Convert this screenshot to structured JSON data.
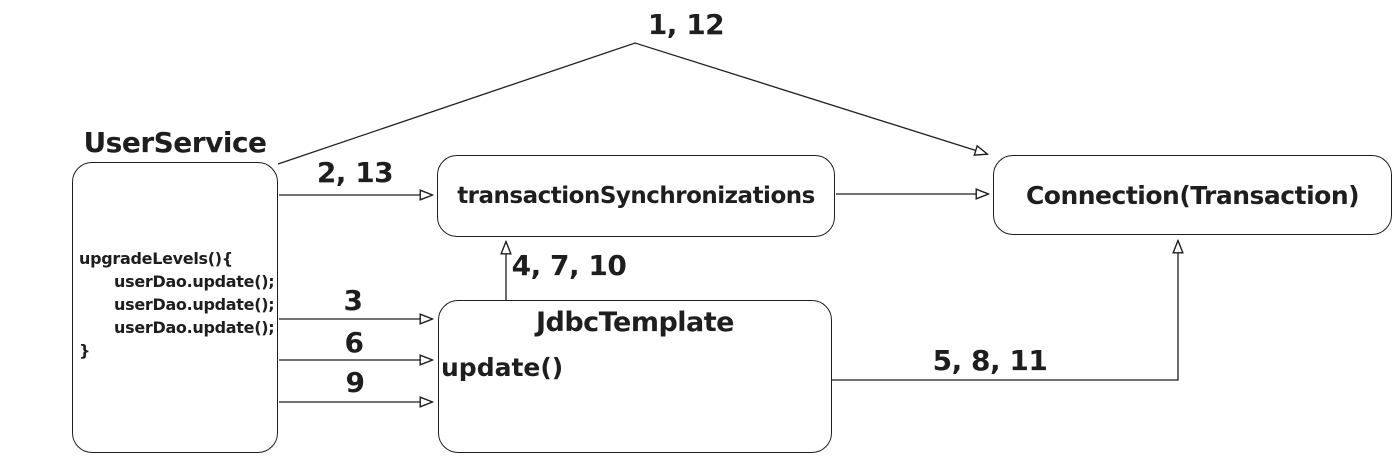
{
  "diagram": {
    "nodes": {
      "user_service": {
        "title": "UserService",
        "code": [
          "upgradeLevels(){",
          "userDao.update();",
          "userDao.update();",
          "userDao.update();",
          "}"
        ]
      },
      "transaction_synchronizations": {
        "label": "transactionSynchronizations"
      },
      "jdbc_template": {
        "label": "JdbcTemplate",
        "method": "update()"
      },
      "connection": {
        "label": "Connection(Transaction)"
      }
    },
    "edge_labels": {
      "user_to_connection": "1, 12",
      "user_to_sync": "2, 13",
      "user_to_jdbc_first": "3",
      "user_to_jdbc_second": "6",
      "user_to_jdbc_third": "9",
      "jdbc_to_sync": "4, 7, 10",
      "jdbc_to_connection": "5, 8, 11"
    },
    "colors": {
      "stroke": "#1e1e1e",
      "background": "#ffffff",
      "text": "#1e1e1e"
    }
  }
}
